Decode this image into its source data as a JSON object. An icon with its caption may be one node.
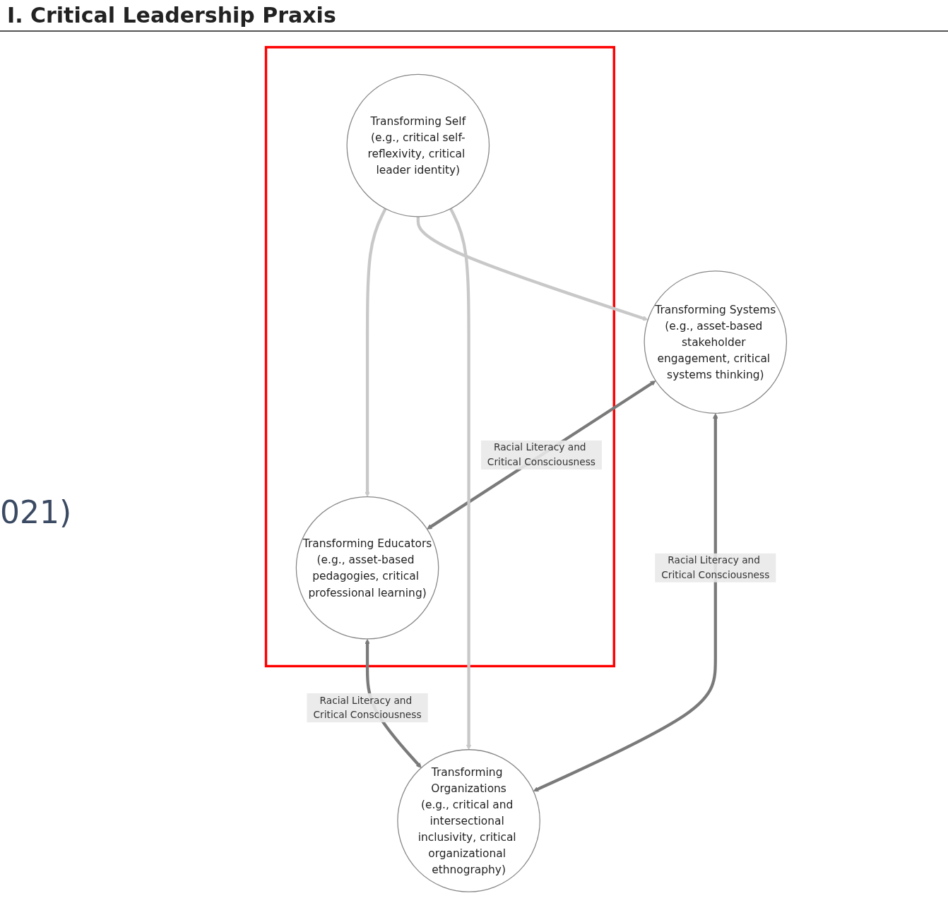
{
  "diagram": {
    "title": "I. Critical Leadership Praxis",
    "nodes": [
      {
        "text": [],
        "shape": "box"
      },
      {
        "text": [
          "Transforming Educators",
          "(e.g., asset-based pedagogies, critical professional learning)"
        ],
        "in": 0
      },
      {
        "text": [
          "Transforming Self",
          "(e.g., critical self-reflexivity, critical leader identity)"
        ],
        "in": 0
      },
      {
        "text": [
          "Transforming Systems",
          "(e.g., asset-based stakeholder engagement, critical systems thinking)"
        ]
      },
      {
        "text": [
          "Transforming Organizations",
          "(e.g., critical and intersectional inclusivity, critical organizational ethnography)"
        ]
      }
    ],
    "edges": [
      {
        "from": 3,
        "to": 1,
        "arrow": "both",
        "label": "Racial Literacy and Critical Consciousness"
      },
      {
        "from": 1,
        "to": 4,
        "arrow": "both",
        "label": "Racial Literacy and Critical Consciousness"
      },
      {
        "from": 3,
        "to": 4,
        "arrow": "both",
        "label": "Racial Literacy and Critical Consciousness"
      },
      {
        "from": 2,
        "to": 1,
        "arrow": "to",
        "color": "#c8c8c8"
      },
      {
        "from": 2,
        "to": 3,
        "arrow": "to",
        "color": "#c8c8c8"
      },
      {
        "from": 2,
        "to": 4,
        "arrow": "to",
        "color": "#c8c8c8"
      }
    ],
    "labels": [
      "021)"
    ]
  }
}
